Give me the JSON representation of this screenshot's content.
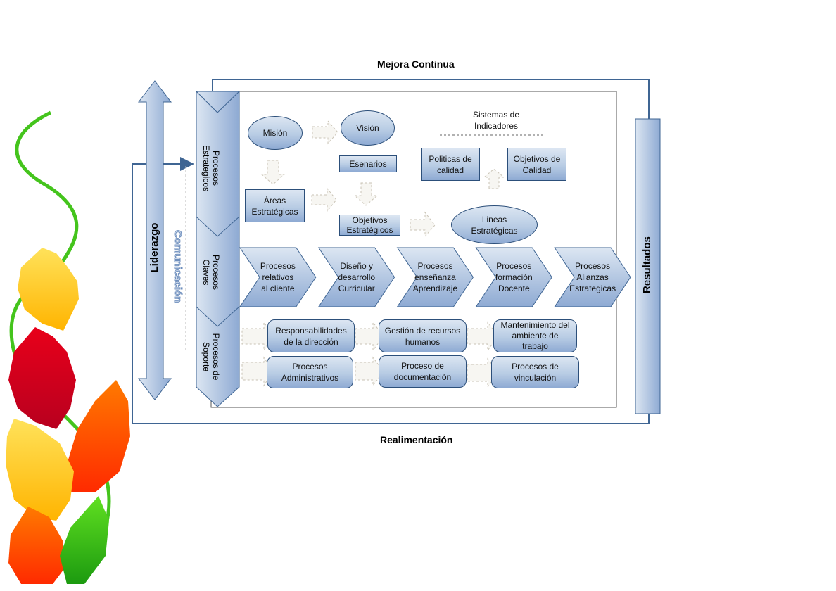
{
  "titles": {
    "top": "Mejora Continua",
    "bottom": "Realimentación",
    "left_arrow": "Liderazgo",
    "communication": "Comunicación",
    "right_bar": "Resultados"
  },
  "lanes": [
    {
      "line1": "Procesos",
      "line2": "Estrategicos"
    },
    {
      "line1": "Procesos",
      "line2": "Claves"
    },
    {
      "line1": "Procesos de",
      "line2": "Soporte"
    }
  ],
  "strategic": {
    "mision": "Misión",
    "vision": "Visión",
    "esenarios": "Esenarios",
    "areas": [
      "Áreas",
      "Estratégicas"
    ],
    "objetivos": [
      "Objetivos",
      "Estratégicos"
    ],
    "lineas": [
      "Lineas",
      "Estratégicas"
    ],
    "indicadores": [
      "Sistemas de",
      "Indicadores"
    ],
    "politicas": [
      "Politicas de",
      "calidad"
    ],
    "objetivos_calidad": [
      "Objetivos de",
      "Calidad"
    ]
  },
  "key_processes": [
    [
      "Procesos",
      "relativos",
      "al cliente"
    ],
    [
      "Diseño y",
      "desarrollo",
      "Curricular"
    ],
    [
      "Procesos",
      "enseñanza",
      "Aprendizaje"
    ],
    [
      "Procesos",
      "formación",
      "Docente"
    ],
    [
      "Procesos",
      "Alianzas",
      "Estrategicas"
    ]
  ],
  "support_processes": {
    "row1": [
      [
        "Responsabilidades",
        "de la dirección"
      ],
      [
        "Gestión de recursos",
        "humanos"
      ],
      [
        "Mantenimiento del",
        "ambiente de",
        "trabajo"
      ]
    ],
    "row2": [
      [
        "Procesos",
        "Administrativos"
      ],
      [
        "Proceso de",
        "documentación"
      ],
      [
        "Procesos de",
        "vinculación"
      ]
    ]
  },
  "colors": {
    "line": "#3f6593",
    "fill_light": "#dce6f2",
    "fill_dark": "#8eaad3",
    "dashed": "#c9c3b5"
  }
}
